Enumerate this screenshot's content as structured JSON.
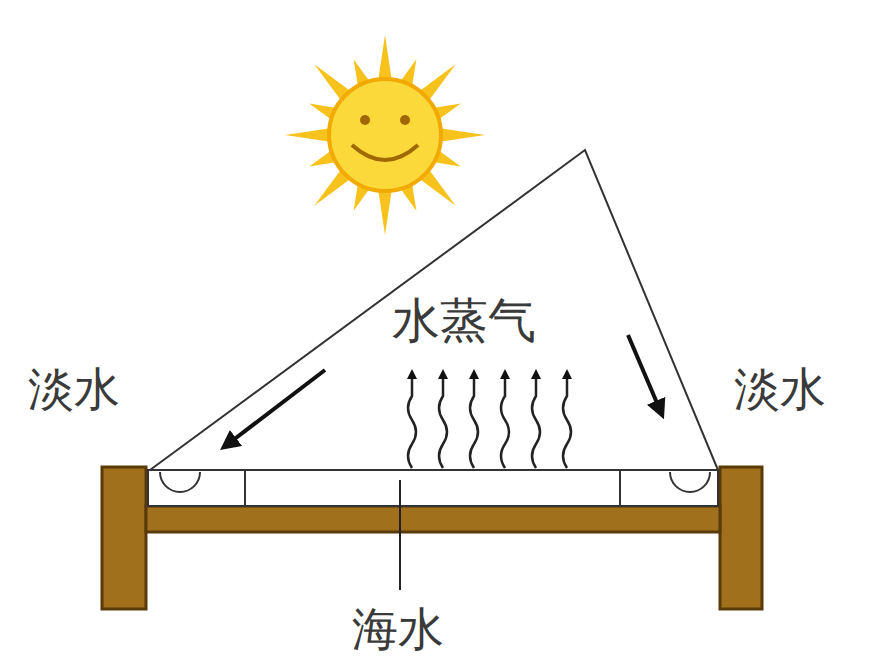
{
  "diagram": {
    "labels": [
      "水蒸气",
      "淡水",
      "淡水",
      "海水"
    ]
  }
}
